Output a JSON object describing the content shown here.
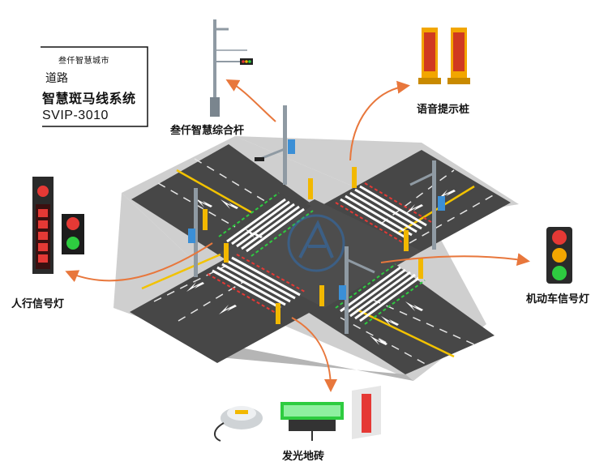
{
  "title": {
    "brand": "叁仟智慧城市",
    "road": "道路",
    "system": "智慧斑马线系统",
    "model": "SVIP-3010"
  },
  "labels": {
    "smart_pole": "叁仟智慧综合杆",
    "voice_post": "语音提示桩",
    "ped_signal": "人行信号灯",
    "vehicle_signal": "机动车信号灯",
    "light_brick": "发光地砖"
  },
  "colors": {
    "road": "#4a4a4a",
    "sidewalk": "#c9c9c9",
    "arrow": "#e8773c",
    "yellow_line": "#f2c200",
    "zebra_white": "#ffffff",
    "led_green": "#2ecc40",
    "led_red": "#e53935"
  },
  "icons": [
    "smart-pole-icon",
    "voice-post-icon",
    "pedestrian-signal-icon",
    "vehicle-signal-icon",
    "road-stud-icon",
    "led-brick-icon",
    "led-strip-icon",
    "company-logo-watermark"
  ]
}
